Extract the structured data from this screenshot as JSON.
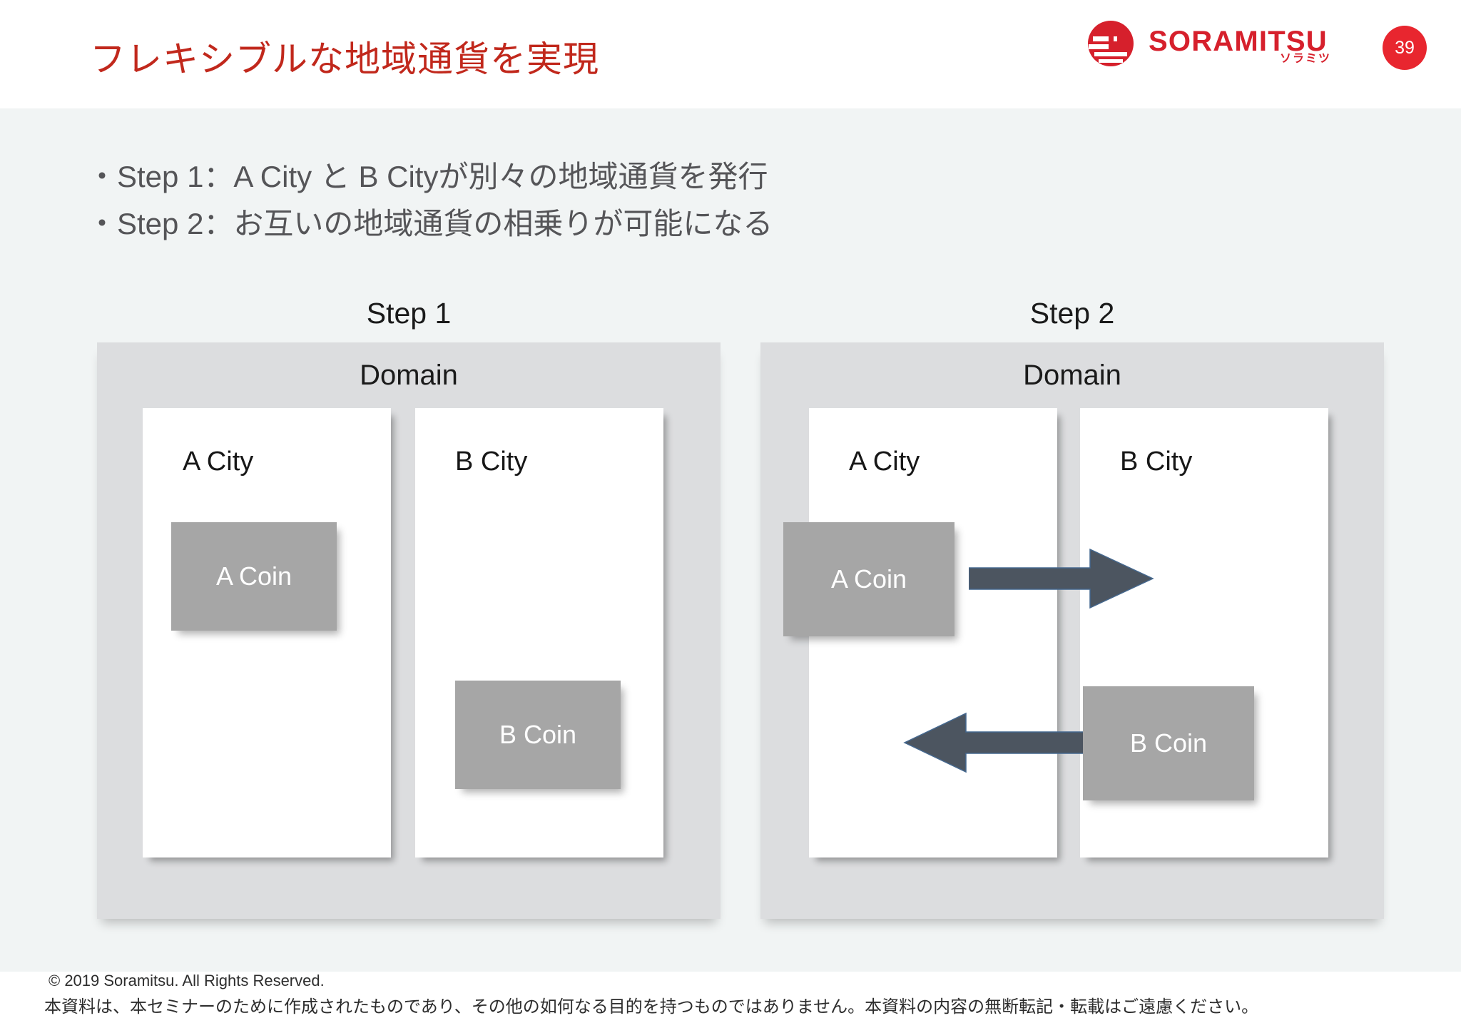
{
  "header": {
    "title": "フレキシブルな地域通貨を実現",
    "logo": {
      "wordmark": "SORAMITSU",
      "subtitle": "ソラミツ",
      "mark_name": "soramitsu-sun-logo",
      "color": "#d6202c"
    },
    "page_number": "39",
    "badge_color": "#e8262f",
    "title_color": "#c1281c"
  },
  "bullets": [
    "・Step 1：A City と B Cityが別々の地域通貨を発行",
    "・Step 2：お互いの地域通貨の相乗りが可能になる"
  ],
  "diagram": {
    "panel_color": "#dcdddf",
    "card_color": "#ffffff",
    "coin_color": "#a6a6a6",
    "arrow_color": "#4c5560",
    "steps": [
      {
        "title": "Step 1",
        "domain_label": "Domain",
        "cities": [
          {
            "name": "A City",
            "coin": "A Coin"
          },
          {
            "name": "B City",
            "coin": "B Coin"
          }
        ],
        "arrows": []
      },
      {
        "title": "Step 2",
        "domain_label": "Domain",
        "cities": [
          {
            "name": "A City",
            "coin": "A Coin"
          },
          {
            "name": "B City",
            "coin": "B Coin"
          }
        ],
        "arrows": [
          {
            "name": "a-coin-to-b-city-arrow",
            "direction": "right"
          },
          {
            "name": "b-coin-to-a-city-arrow",
            "direction": "left"
          }
        ]
      }
    ]
  },
  "footer": {
    "copyright": "© 2019 Soramitsu. All Rights Reserved.",
    "disclaimer": "本資料は、本セミナーのために作成されたものであり、その他の如何なる目的を持つものではありません。本資料の内容の無断転記・転載はご遠慮ください。"
  }
}
